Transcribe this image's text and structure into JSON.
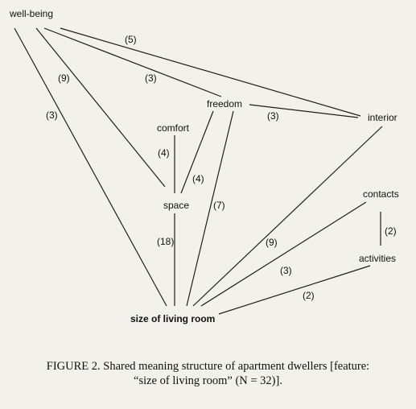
{
  "nodes": {
    "wellbeing": "well-being",
    "freedom": "freedom",
    "interior": "interior",
    "comfort": "comfort",
    "space": "space",
    "contacts": "contacts",
    "activities": "activities",
    "living": "size of living room"
  },
  "edges": [
    {
      "from": "wellbeing",
      "to": "interior",
      "weight": "(5)"
    },
    {
      "from": "wellbeing",
      "to": "freedom",
      "weight": "(3)"
    },
    {
      "from": "wellbeing",
      "to": "space",
      "weight": "(9)"
    },
    {
      "from": "wellbeing",
      "to": "living",
      "weight": "(3)"
    },
    {
      "from": "freedom",
      "to": "interior",
      "weight": "(3)"
    },
    {
      "from": "freedom",
      "to": "space",
      "weight": "(4)"
    },
    {
      "from": "freedom",
      "to": "living",
      "weight": "(7)"
    },
    {
      "from": "comfort",
      "to": "space",
      "weight": "(4)"
    },
    {
      "from": "space",
      "to": "living",
      "weight": "(18)"
    },
    {
      "from": "interior",
      "to": "living",
      "weight": "(9)"
    },
    {
      "from": "contacts",
      "to": "living",
      "weight": "(3)"
    },
    {
      "from": "contacts",
      "to": "activities",
      "weight": "(2)"
    },
    {
      "from": "activities",
      "to": "living",
      "weight": "(2)"
    }
  ],
  "caption": {
    "line1": "FIGURE 2.  Shared meaning structure of apartment dwellers [feature:",
    "line2": "“size of living room” (N = 32)]."
  }
}
